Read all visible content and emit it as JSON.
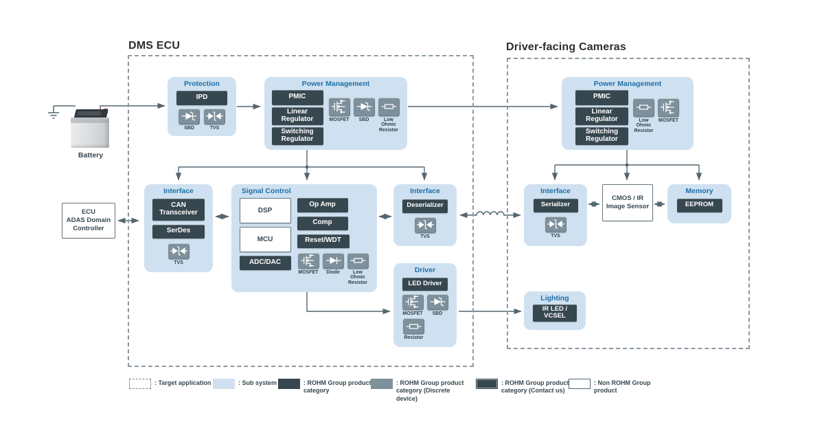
{
  "titles": {
    "dms": "DMS ECU",
    "cameras": "Driver-facing Cameras"
  },
  "battery": {
    "label": "Battery"
  },
  "ecu_box": {
    "line1": "ECU",
    "line2": "ADAS Domain",
    "line3": "Controller"
  },
  "sensor_box": {
    "line1": "CMOS / IR",
    "line2": "Image Sensor"
  },
  "colors": {
    "accent_blue": "#1d6fa8",
    "dark_product": "#37474f",
    "subsystem_panel": "#cfe1f0",
    "discrete_gray": "#7d909b",
    "wire": "#54666f"
  },
  "blocks": {
    "protection": {
      "title": "Protection",
      "chip": "IPD",
      "icons": [
        "SBD",
        "TVS"
      ]
    },
    "pm_left": {
      "title": "Power Management",
      "chips": [
        "PMIC",
        "Linear Regulator",
        "Switching Regulator"
      ],
      "icons": [
        "MOSFET",
        "SBD",
        "Low Ohmic Resistor"
      ]
    },
    "iface_left": {
      "title": "Interface",
      "chips": [
        "CAN Transceiver",
        "SerDes"
      ],
      "icons": [
        "TVS"
      ]
    },
    "signal": {
      "title": "Signal Control",
      "white": [
        "DSP",
        "MCU"
      ],
      "chips": [
        "ADC/DAC",
        "Op Amp",
        "Comp",
        "Reset/WDT"
      ],
      "icons": [
        "MOSFET",
        "Diode",
        "Low Ohmic Resistor"
      ]
    },
    "iface_deser": {
      "title": "Interface",
      "chip": "Deserializer",
      "icons": [
        "TVS"
      ]
    },
    "driver": {
      "title": "Driver",
      "chip": "LED Driver",
      "icons": [
        "MOSFET",
        "SBD",
        "Resistor"
      ]
    },
    "pm_right": {
      "title": "Power Management",
      "chips": [
        "PMIC",
        "Linear Regulator",
        "Switching Regulator"
      ],
      "icons": [
        "Low Ohmic Resistor",
        "MOSFET"
      ]
    },
    "iface_right": {
      "title": "Interface",
      "chip": "Serializer",
      "icons": [
        "TVS"
      ]
    },
    "memory": {
      "title": "Memory",
      "chip": "EEPROM"
    },
    "lighting": {
      "title": "Lighting",
      "chip": "IR LED / VCSEL"
    }
  },
  "legend": [
    ": Target application",
    ": Sub system",
    ": ROHM Group product category",
    ": ROHM Group product category (Discrete device)",
    ": ROHM Group product category (Contact us)",
    ": Non ROHM Group product"
  ]
}
